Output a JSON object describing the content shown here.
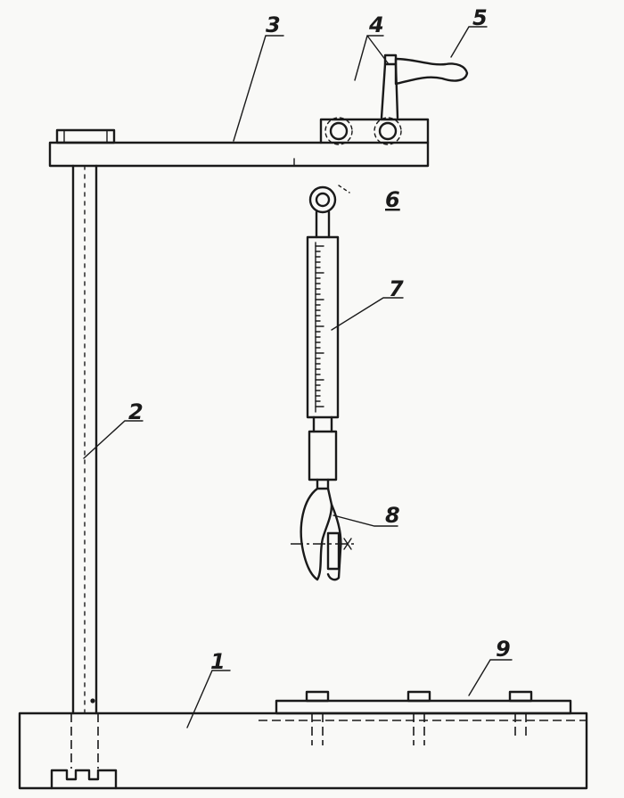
{
  "callouts": {
    "base": "1",
    "column": "2",
    "arm": "3",
    "bracket": "4",
    "handle": "5",
    "ring": "6",
    "spring_scale": "7",
    "gripper": "8",
    "plate": "9"
  }
}
